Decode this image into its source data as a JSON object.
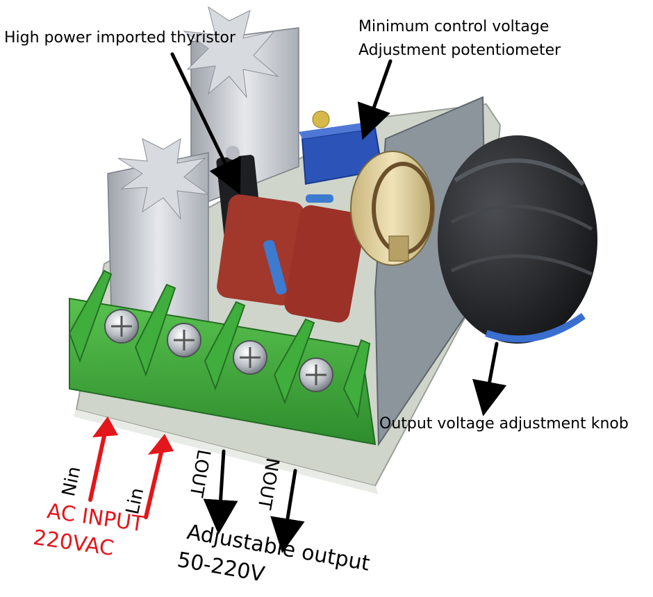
{
  "labels": {
    "thyristor": "High power imported thyristor",
    "min_voltage_line1": "Minimum control voltage",
    "min_voltage_line2": "Adjustment potentiometer",
    "knob": "Output voltage adjustment knob",
    "nin": "Nin",
    "lin": "Lin",
    "lout": "LOUT",
    "nout": "NOUT",
    "ac_input_line1": "AC INPUT",
    "ac_input_line2": "220VAC",
    "adjustable_output": "Adjustable output",
    "voltage_range": "50-220V"
  },
  "colors": {
    "terminal_green": "#3aa637",
    "heatsink": "#c9ccd1",
    "pcb": "#cdd3c9",
    "capacitor": "#a2372c",
    "trimpot": "#2b53b8",
    "knob": "#232528",
    "arrow_black": "#000000",
    "arrow_red": "#e3161b"
  }
}
